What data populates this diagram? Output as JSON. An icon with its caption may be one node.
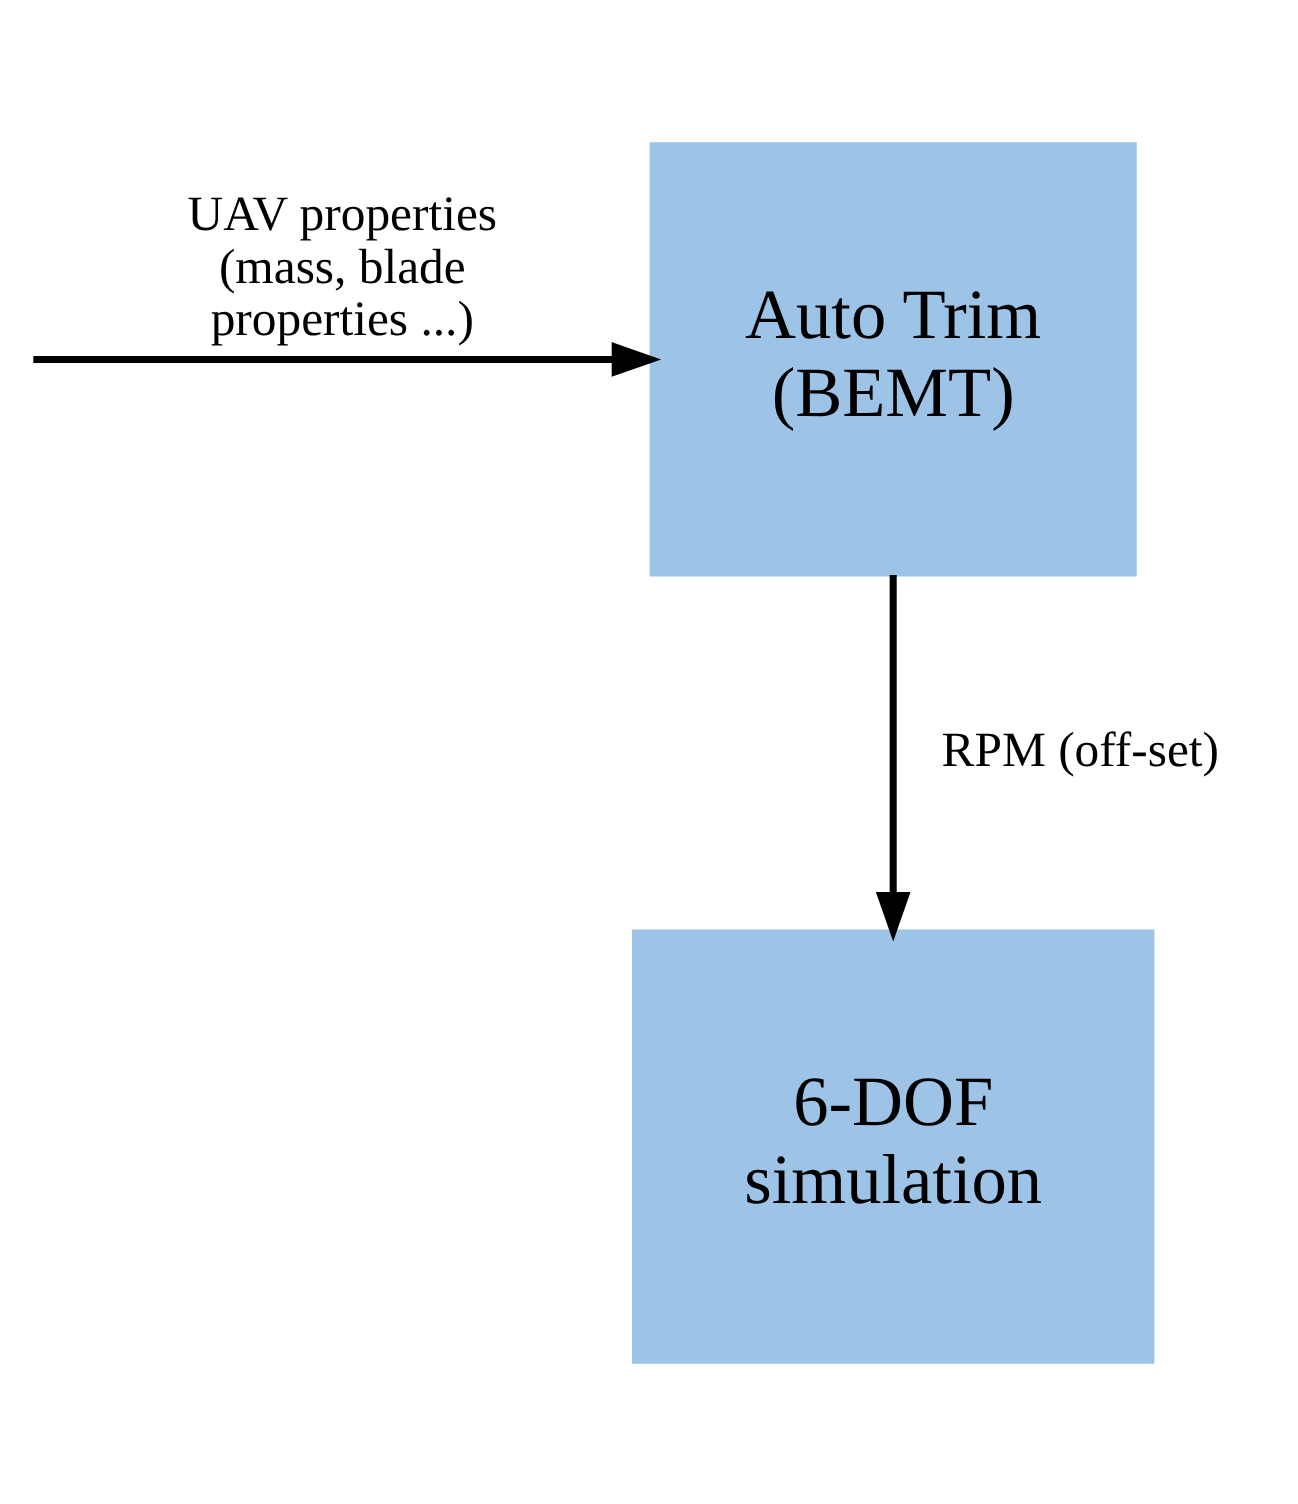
{
  "diagram": {
    "nodes": [
      {
        "text": [
          "Auto Trim (BEMT)"
        ]
      },
      {
        "text": [
          "6-DOF simulation"
        ]
      }
    ],
    "edges": [
      {
        "from": null,
        "to": 0,
        "arrow": "to",
        "label": "UAV properties (mass, blade properties ...)"
      },
      {
        "from": 0,
        "to": 1,
        "arrow": "to",
        "label": "RPM (off-set)"
      }
    ]
  }
}
